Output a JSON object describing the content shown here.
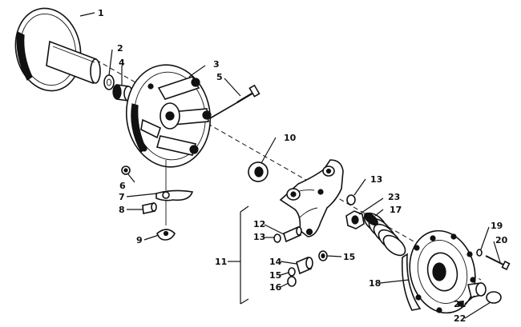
{
  "callouts": {
    "c1": "1",
    "c2": "2",
    "c3": "3",
    "c4": "4",
    "c5": "5",
    "c6": "6",
    "c7": "7",
    "c8": "8",
    "c9": "9",
    "c10": "10",
    "c11": "11",
    "c12": "12",
    "c13a": "13",
    "c13b": "13",
    "c14": "14",
    "c15a": "15",
    "c15b": "15",
    "c16": "16",
    "c17": "17",
    "c18": "18",
    "c19": "19",
    "c20": "20",
    "c21": "21",
    "c22": "22",
    "c23": "23"
  }
}
